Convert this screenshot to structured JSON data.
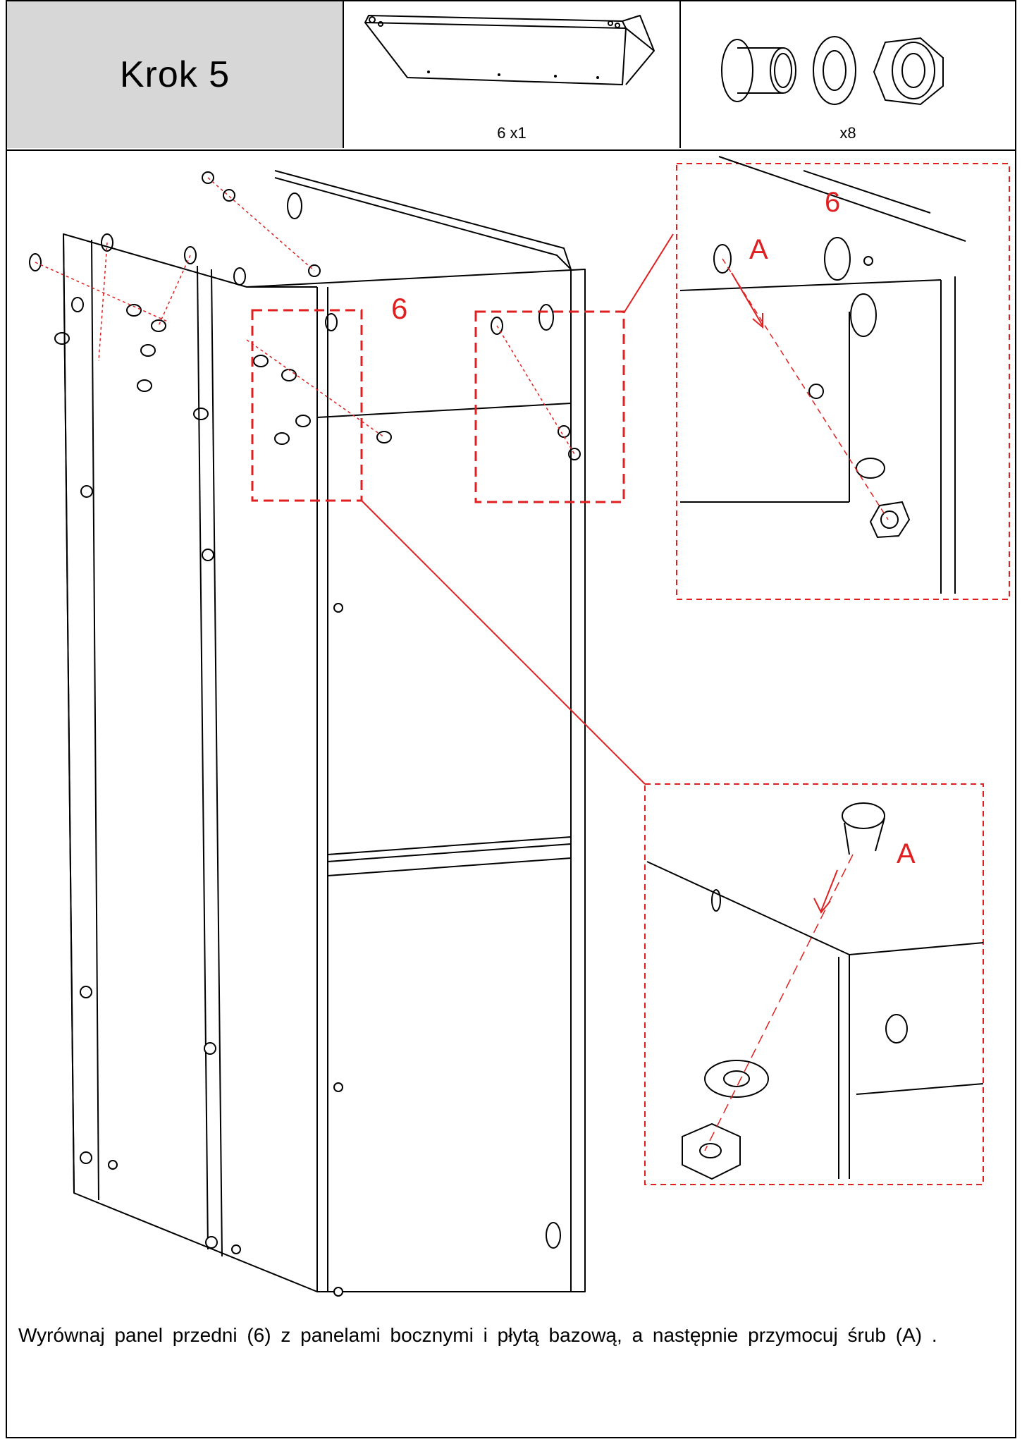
{
  "step": {
    "title": "Krok   5"
  },
  "parts": {
    "panel": {
      "quantity": "6 x1"
    },
    "hardware": {
      "quantity": "x8"
    }
  },
  "callouts": {
    "main_panel_label": "6",
    "detail_top_panel_label": "6",
    "detail_top_bolt_label": "A",
    "detail_bottom_bolt_label": "A"
  },
  "instruction": {
    "text": "Wyrównaj panel przedni (6) z panelami bocznymi i płytą bazową, a następnie przymocuj śrub (A) ."
  },
  "colors": {
    "callout_red": "#e02020",
    "header_gray": "#d7d7d7"
  }
}
